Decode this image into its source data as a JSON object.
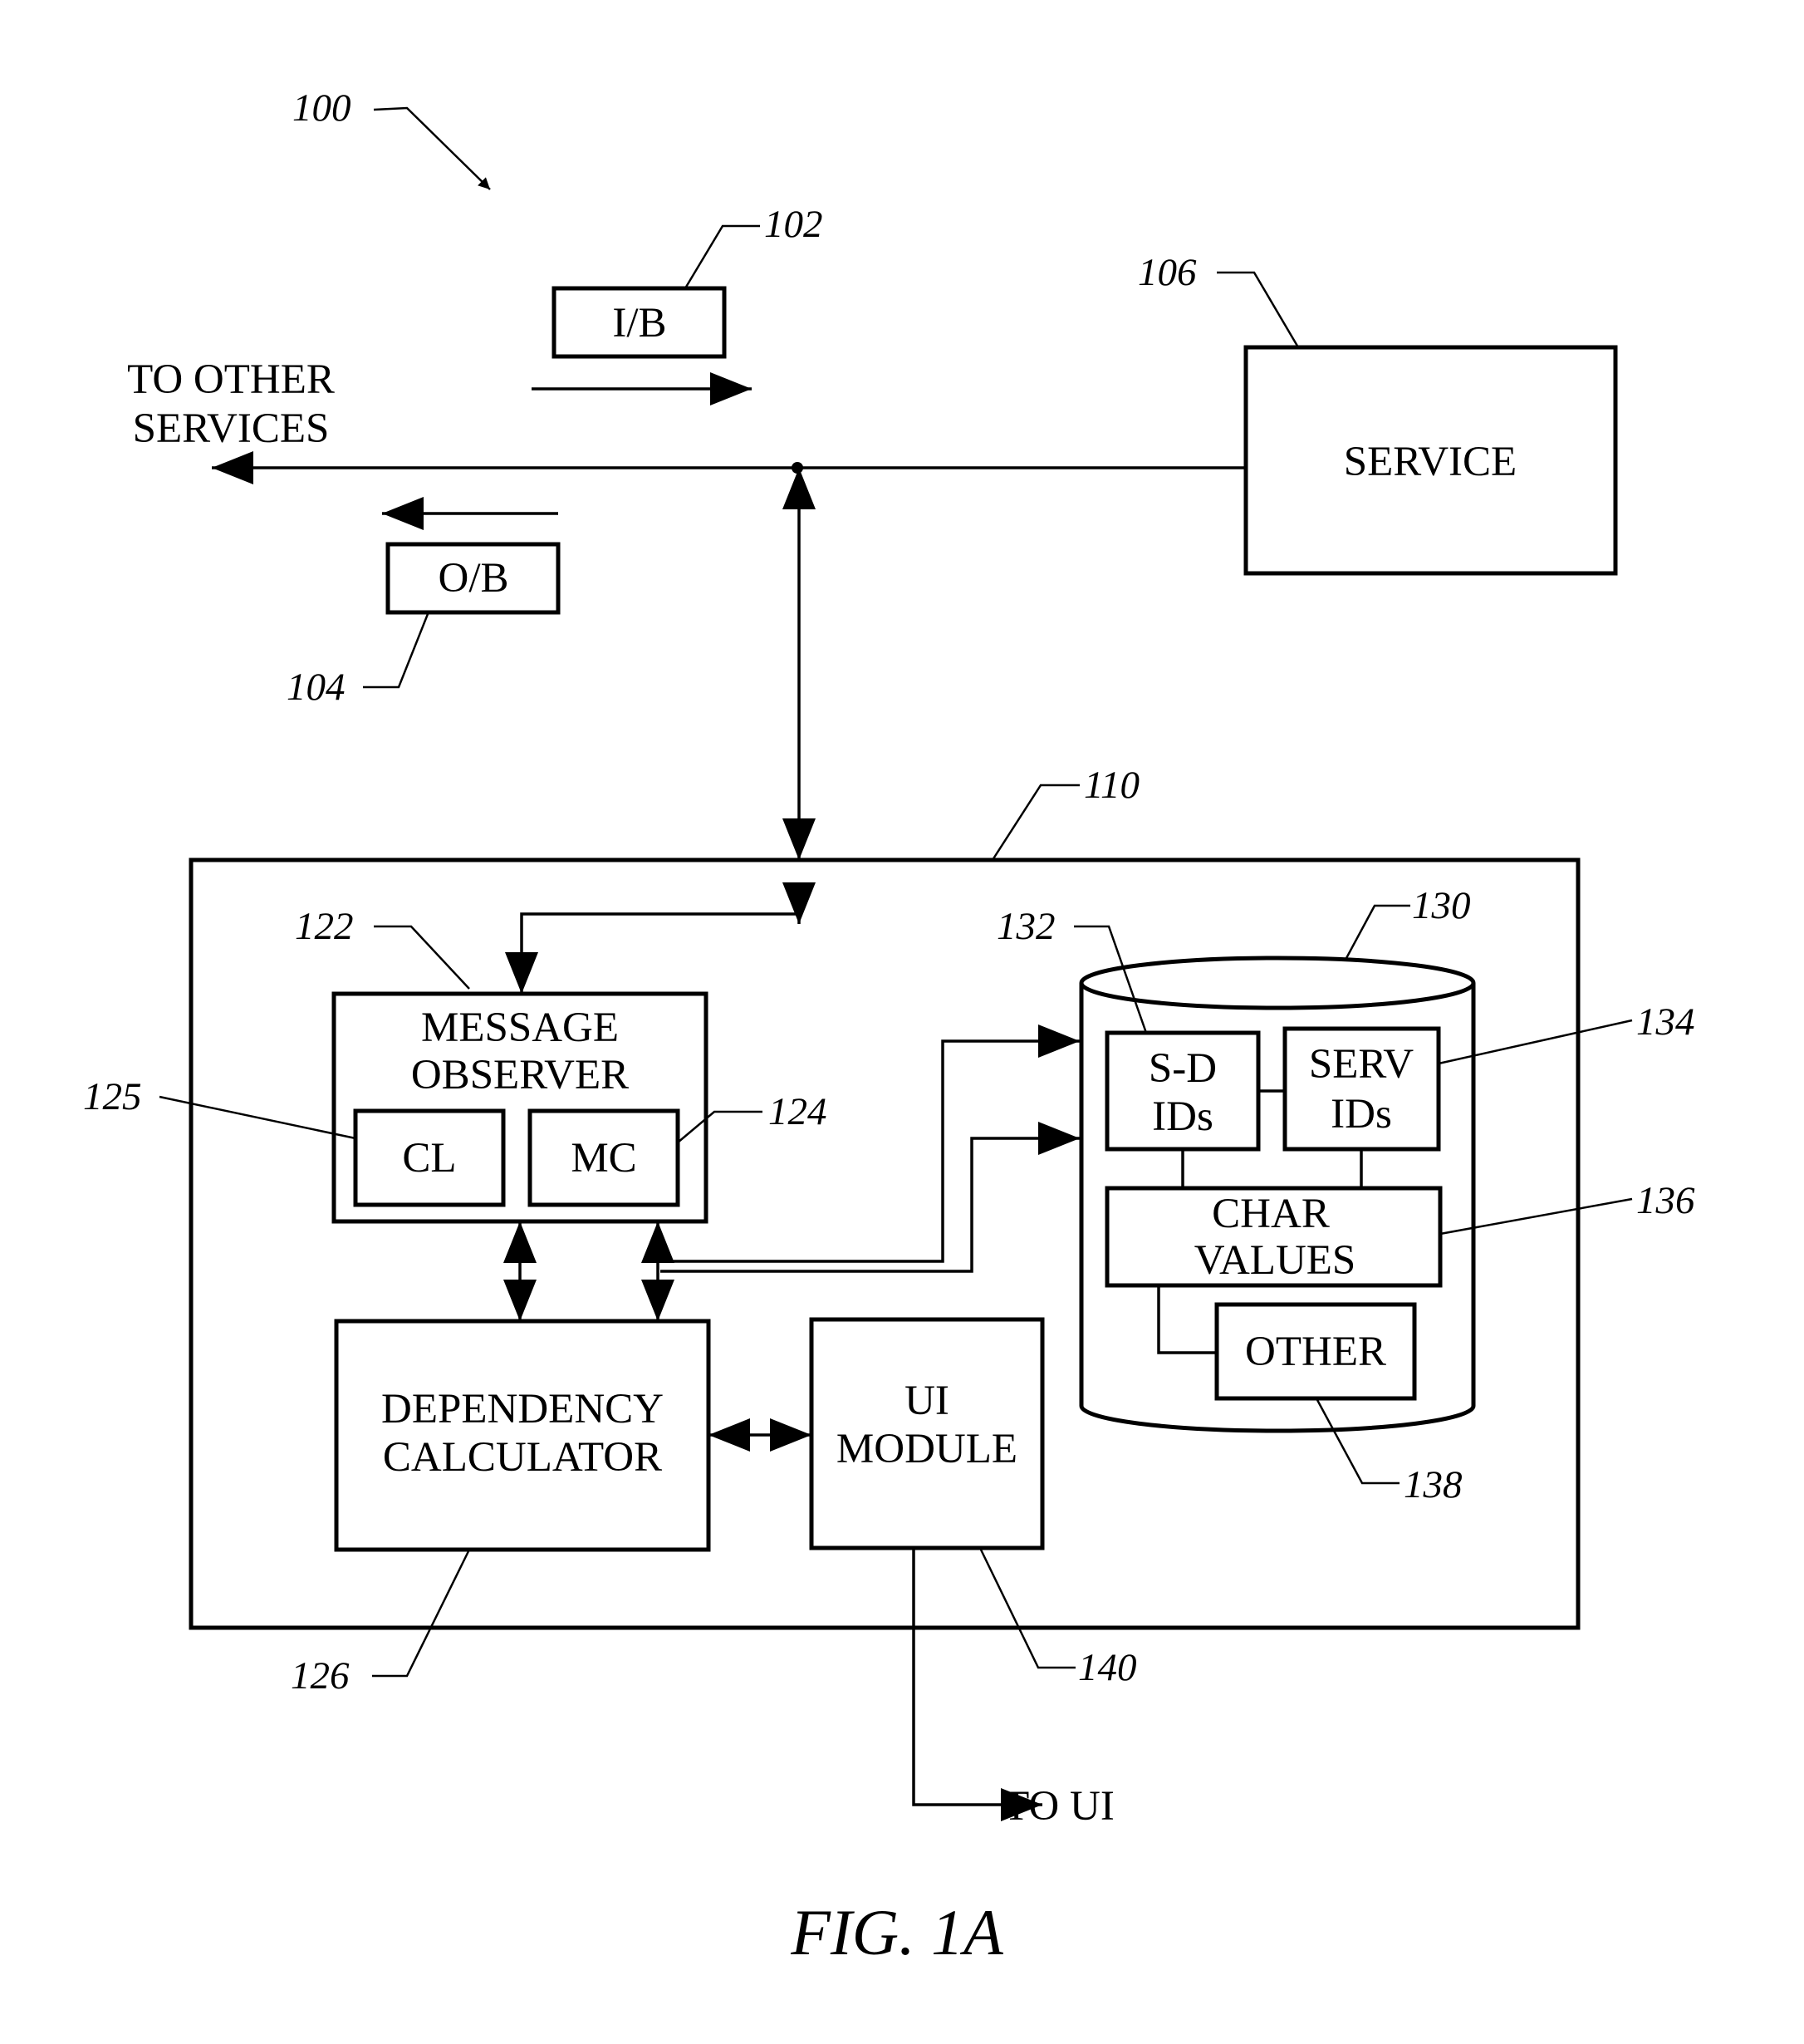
{
  "figure": {
    "caption": "FIG. 1A",
    "system_ref": "100"
  },
  "network": {
    "to_other_services_line1": "TO OTHER",
    "to_other_services_line2": "SERVICES",
    "inbound_label": "I/B",
    "inbound_ref": "102",
    "outbound_label": "O/B",
    "outbound_ref": "104"
  },
  "service": {
    "label": "SERVICE",
    "ref": "106"
  },
  "host": {
    "ref": "110",
    "message_observer": {
      "line1": "MESSAGE",
      "line2": "OBSERVER",
      "ref": "122",
      "cl_label": "CL",
      "cl_ref": "125",
      "mc_label": "MC",
      "mc_ref": "124"
    },
    "dependency_calculator": {
      "line1": "DEPENDENCY",
      "line2": "CALCULATOR",
      "ref": "126"
    },
    "ui_module": {
      "line1": "UI",
      "line2": "MODULE",
      "ref": "140",
      "output_label": "TO UI"
    },
    "database": {
      "ref": "130",
      "sd_ids_line1": "S-D",
      "sd_ids_line2": "IDs",
      "sd_ids_ref": "132",
      "serv_ids_line1": "SERV",
      "serv_ids_line2": "IDs",
      "serv_ids_ref": "134",
      "char_values_line1": "CHAR",
      "char_values_line2": "VALUES",
      "char_values_ref": "136",
      "other_label": "OTHER",
      "other_ref": "138"
    }
  }
}
